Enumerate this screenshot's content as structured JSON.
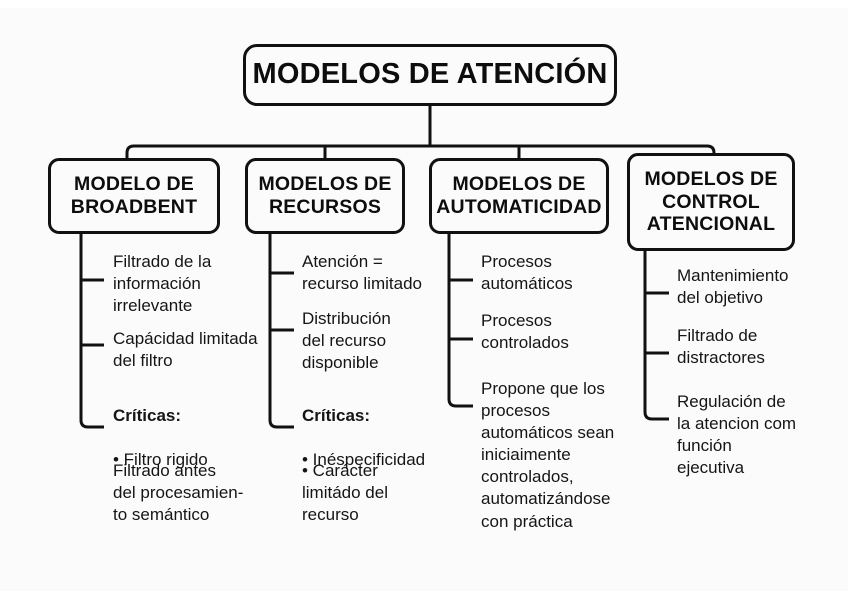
{
  "diagram": {
    "title": "MODELOS DE ATENCIÓN",
    "categories": [
      {
        "id": "broadbent",
        "label": "MODELO DE\nBROADBENT",
        "items": [
          {
            "text": "Filtrado de la\ninformación\nirrelevante",
            "linked": true
          },
          {
            "text": "Capácidad limitada\ndel filtro",
            "linked": true
          },
          {
            "head": "Críticas:",
            "bullet": "• Filtro rigido",
            "linked": true
          }
        ],
        "free_items": [
          {
            "text": "Filtrado antes\ndel procesamien-\nto semántico"
          }
        ]
      },
      {
        "id": "recursos",
        "label": "MODELOS\nDE RECURSOS",
        "items": [
          {
            "text": "Atención =\nrecurso limitado",
            "linked": true
          },
          {
            "text": "Distribución\ndel recurso\ndisponible",
            "linked": true
          },
          {
            "head": "Críticas:",
            "bullet": "• Inéspecificidad",
            "linked": true
          }
        ],
        "free_items": [
          {
            "text": "• Carácter\nlimitádo del\nrecurso"
          }
        ]
      },
      {
        "id": "automaticidad",
        "label": "MODELOS DE\nAUTOMATICIDAD",
        "items": [
          {
            "text": "Procesos\nautomáticos",
            "linked": true
          },
          {
            "text": "Procesos\ncontrolados",
            "linked": true
          },
          {
            "text": "Propone que los\nprocesos\nautomáticos sean\niniciaimente\ncontrolados,\nautomatizándose\ncon práctica",
            "linked": true
          }
        ],
        "free_items": []
      },
      {
        "id": "control-atencional",
        "label": "MODELOS DE\nCONTROL\nATENCIONAL",
        "items": [
          {
            "text": "Mantenimiento\ndel objetivo",
            "linked": true
          },
          {
            "text": "Filtrado de\ndistractores",
            "linked": true
          },
          {
            "text": "Regulación de\nla atencion com\nfunción\nejecutiva",
            "linked": true
          }
        ],
        "free_items": []
      }
    ]
  },
  "colors": {
    "stroke": "#111111",
    "text": "#151515",
    "background": "#fbfbfb",
    "page": "#ffffff"
  }
}
